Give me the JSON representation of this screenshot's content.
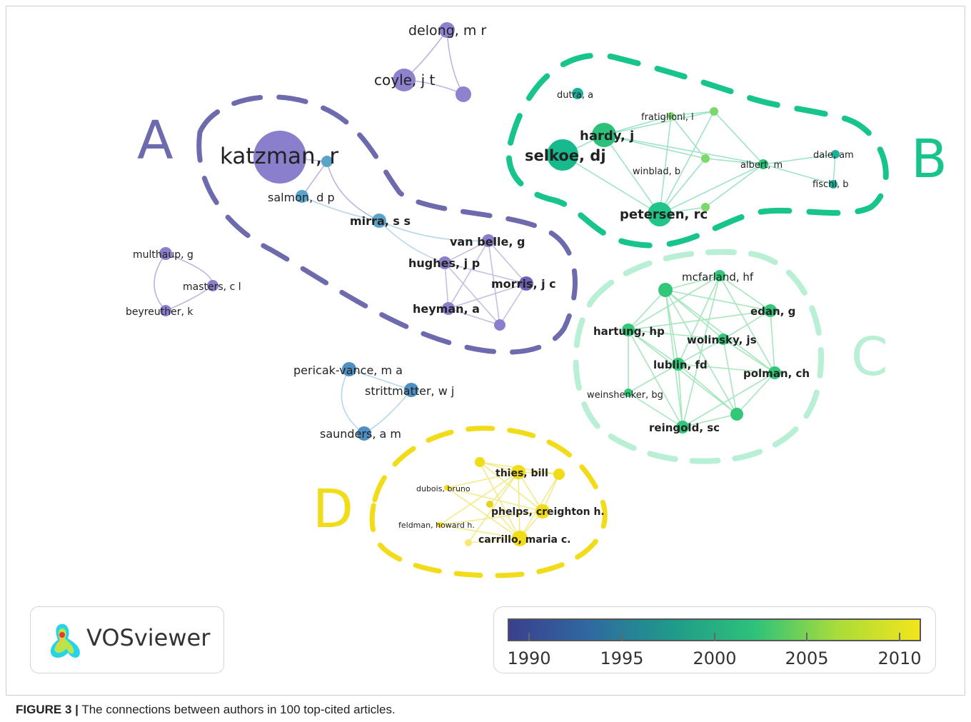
{
  "clusters": [
    {
      "letter": "A",
      "color": "#6d6aae"
    },
    {
      "letter": "B",
      "color": "#17c48c"
    },
    {
      "letter": "C",
      "color": "#b9efd4"
    },
    {
      "letter": "D",
      "color": "#f2dc1a"
    }
  ],
  "nodes": {
    "delong": "delong, m r",
    "coyle": "coyle, j t",
    "katzman": "katzman, r",
    "salmon": "salmon, d p",
    "mirra": "mirra, s s",
    "vanbelle": "van belle, g",
    "hughes": "hughes, j p",
    "morris": "morris, j c",
    "heyman": "heyman, a",
    "multhaup": "multhaup, g",
    "masters": "masters, c l",
    "beyreuther": "beyreuther, k",
    "pericak": "pericak-vance, m a",
    "strittmatter": "strittmatter, w j",
    "saunders": "saunders, a m",
    "dutra": "dutra, a",
    "fratiglioni": "fratiglioni, l",
    "hardy": "hardy, j",
    "selkoe": "selkoe, dj",
    "winblad": "winblad, b",
    "albert": "albert, m",
    "dale": "dale, am",
    "fischl": "fischl, b",
    "petersen": "petersen, rc",
    "mcfarland": "mcfarland, hf",
    "edan": "edan, g",
    "hartung": "hartung, hp",
    "wolinsky": "wolinsky, js",
    "lublin": "lublin, fd",
    "polman": "polman, ch",
    "weinshenker": "weinshenker, bg",
    "reingold": "reingold, sc",
    "thies": "thies, bill",
    "dubois": "dubois, bruno",
    "phelps": "phelps, creighton h.",
    "feldman": "feldman, howard h.",
    "carrillo": "carrillo, maria c."
  },
  "logo": {
    "text": "VOSviewer",
    "icon": "vosviewer-heatmap-icon"
  },
  "color_scale": {
    "ticks": [
      "1990",
      "1995",
      "2000",
      "2005",
      "2010"
    ],
    "colors": [
      "#3b3f8f",
      "#2f6aa0",
      "#1f9b8a",
      "#2ec27a",
      "#a9dc3a",
      "#f3e51c"
    ]
  },
  "caption": {
    "label": "FIGURE 3 |",
    "text": "The connections between authors in 100 top-cited articles."
  }
}
